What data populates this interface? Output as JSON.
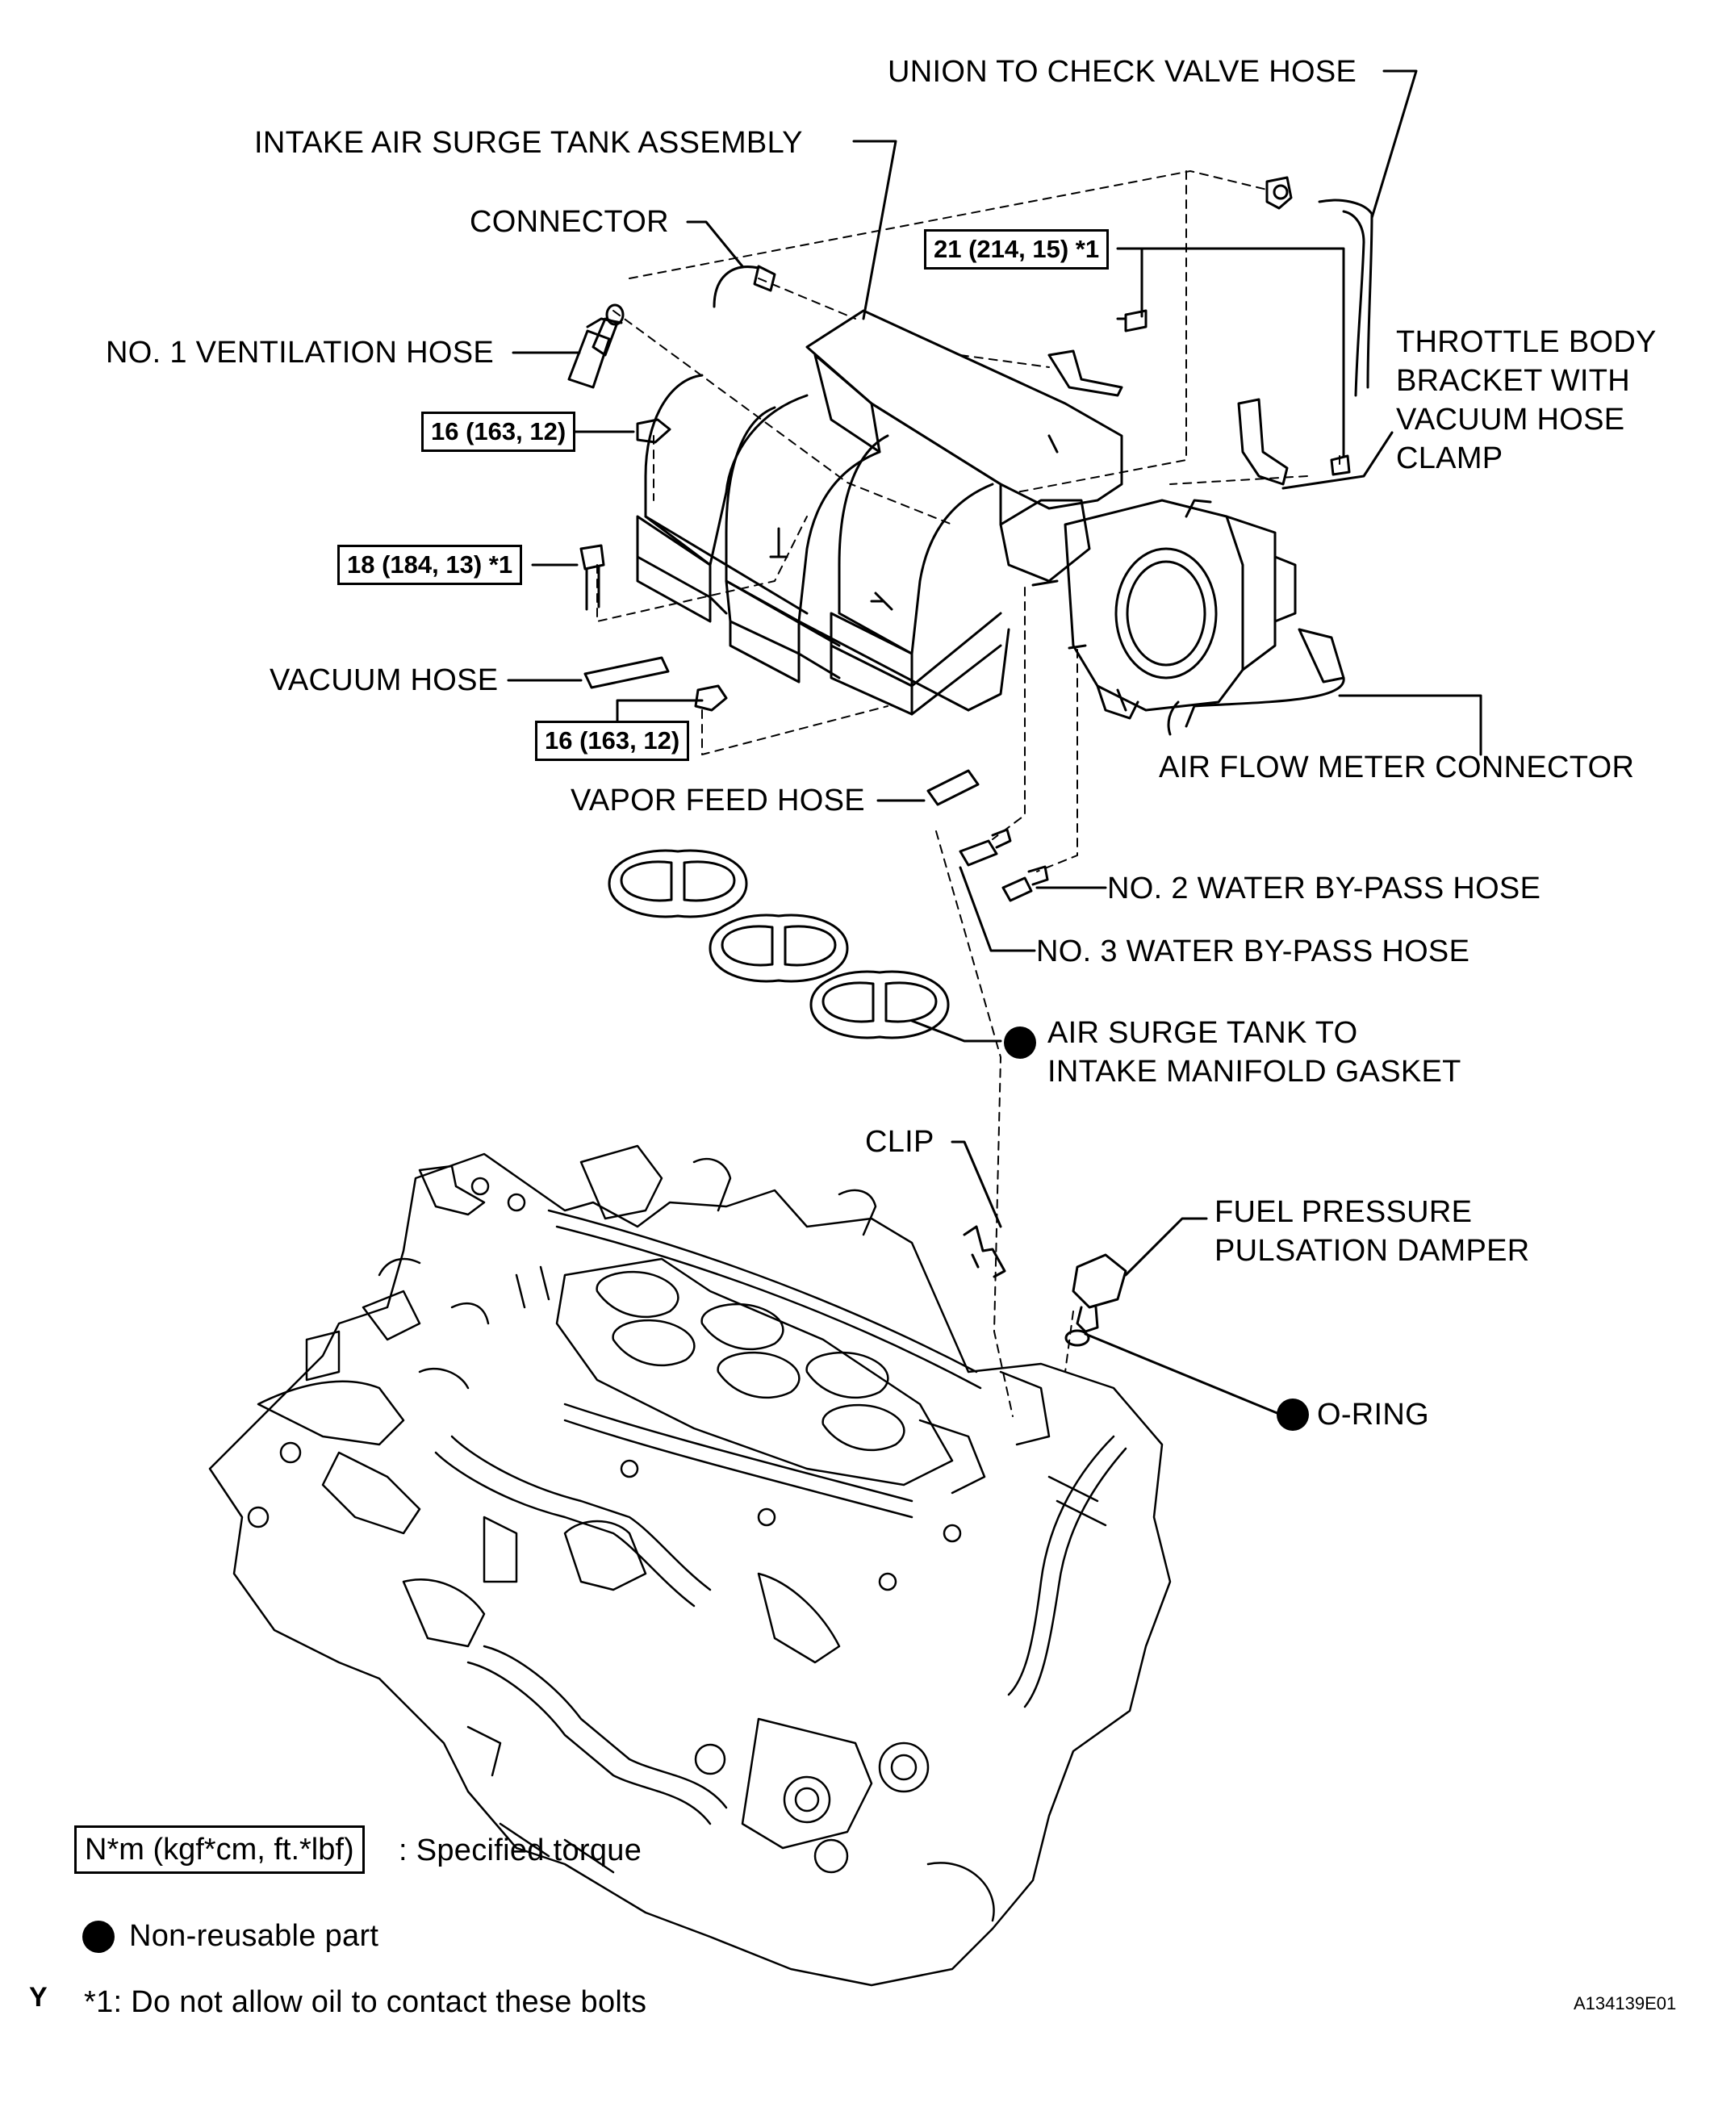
{
  "labels": {
    "union_to_check_valve_hose": "UNION TO CHECK VALVE HOSE",
    "intake_air_surge_tank_assembly": "INTAKE AIR SURGE TANK ASSEMBLY",
    "connector": "CONNECTOR",
    "no1_ventilation_hose": "NO. 1 VENTILATION HOSE",
    "throttle_body_bracket": "THROTTLE BODY\nBRACKET WITH\nVACUUM HOSE\nCLAMP",
    "vacuum_hose": "VACUUM HOSE",
    "air_flow_meter_connector": "AIR FLOW METER CONNECTOR",
    "vapor_feed_hose": "VAPOR FEED HOSE",
    "no2_water_bypass_hose": "NO. 2 WATER BY-PASS HOSE",
    "no3_water_bypass_hose": "NO. 3 WATER BY-PASS HOSE",
    "air_surge_tank_gasket": "AIR SURGE TANK TO\nINTAKE MANIFOLD GASKET",
    "clip": "CLIP",
    "fuel_pressure_pulsation_damper": "FUEL PRESSURE\nPULSATION DAMPER",
    "o_ring": "O-RING"
  },
  "torques": {
    "t21": "21 (214, 15) *1",
    "t16a": "16 (163, 12)",
    "t18": "18 (184, 13) *1",
    "t16b": "16 (163, 12)"
  },
  "legend": {
    "torque_box": "N*m (kgf*cm, ft.*lbf)",
    "torque_text": ": Specified torque",
    "nonreusable": "Non-reusable part",
    "note": "*1: Do not allow oil to contact these bolts"
  },
  "corner": {
    "y_mark": "Y",
    "code": "A134139E01"
  }
}
